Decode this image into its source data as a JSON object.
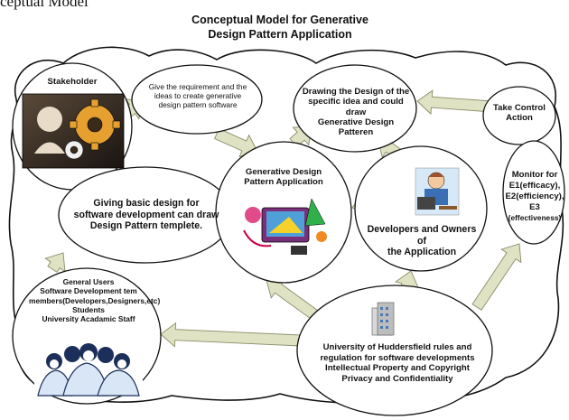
{
  "title": [
    "Conceptual Model for Generative",
    "Design Pattern Application"
  ],
  "top_fragment": "ceptual Model",
  "nodes": {
    "stakeholder": "Stakeholder",
    "requirement": "Give the requirement and the ideas to create generative design pattern software",
    "drawing": [
      "Drawing the Design of the",
      "specific idea and could draw",
      "Generative Design Patteren"
    ],
    "take_control": [
      "Take Control",
      "Action"
    ],
    "generative_app": [
      "Generative Design",
      "Pattern Application"
    ],
    "giving_basic": [
      "Giving basic design for",
      "software development can draw",
      "Design Pattern templete."
    ],
    "developers": [
      "Developers and Owners of",
      "the Application"
    ],
    "monitor": [
      "Monitor for",
      "E1(efficacy),",
      "E2(efficiency), E3",
      "(effectiveness)"
    ],
    "general_users": [
      "General Users",
      "Software Development tem",
      "members(Developers,Designers,etc)",
      "Students",
      "University Acadamic Staff"
    ],
    "university": [
      "University of Huddersfield rules and",
      "regulation for software developments",
      "Intellectual Property and Copyright",
      "Privacy and Confidentiality"
    ]
  },
  "colors": {
    "arrow_fill": "#dfe3c4",
    "arrow_stroke": "#8a8c66",
    "outline": "#111111"
  }
}
